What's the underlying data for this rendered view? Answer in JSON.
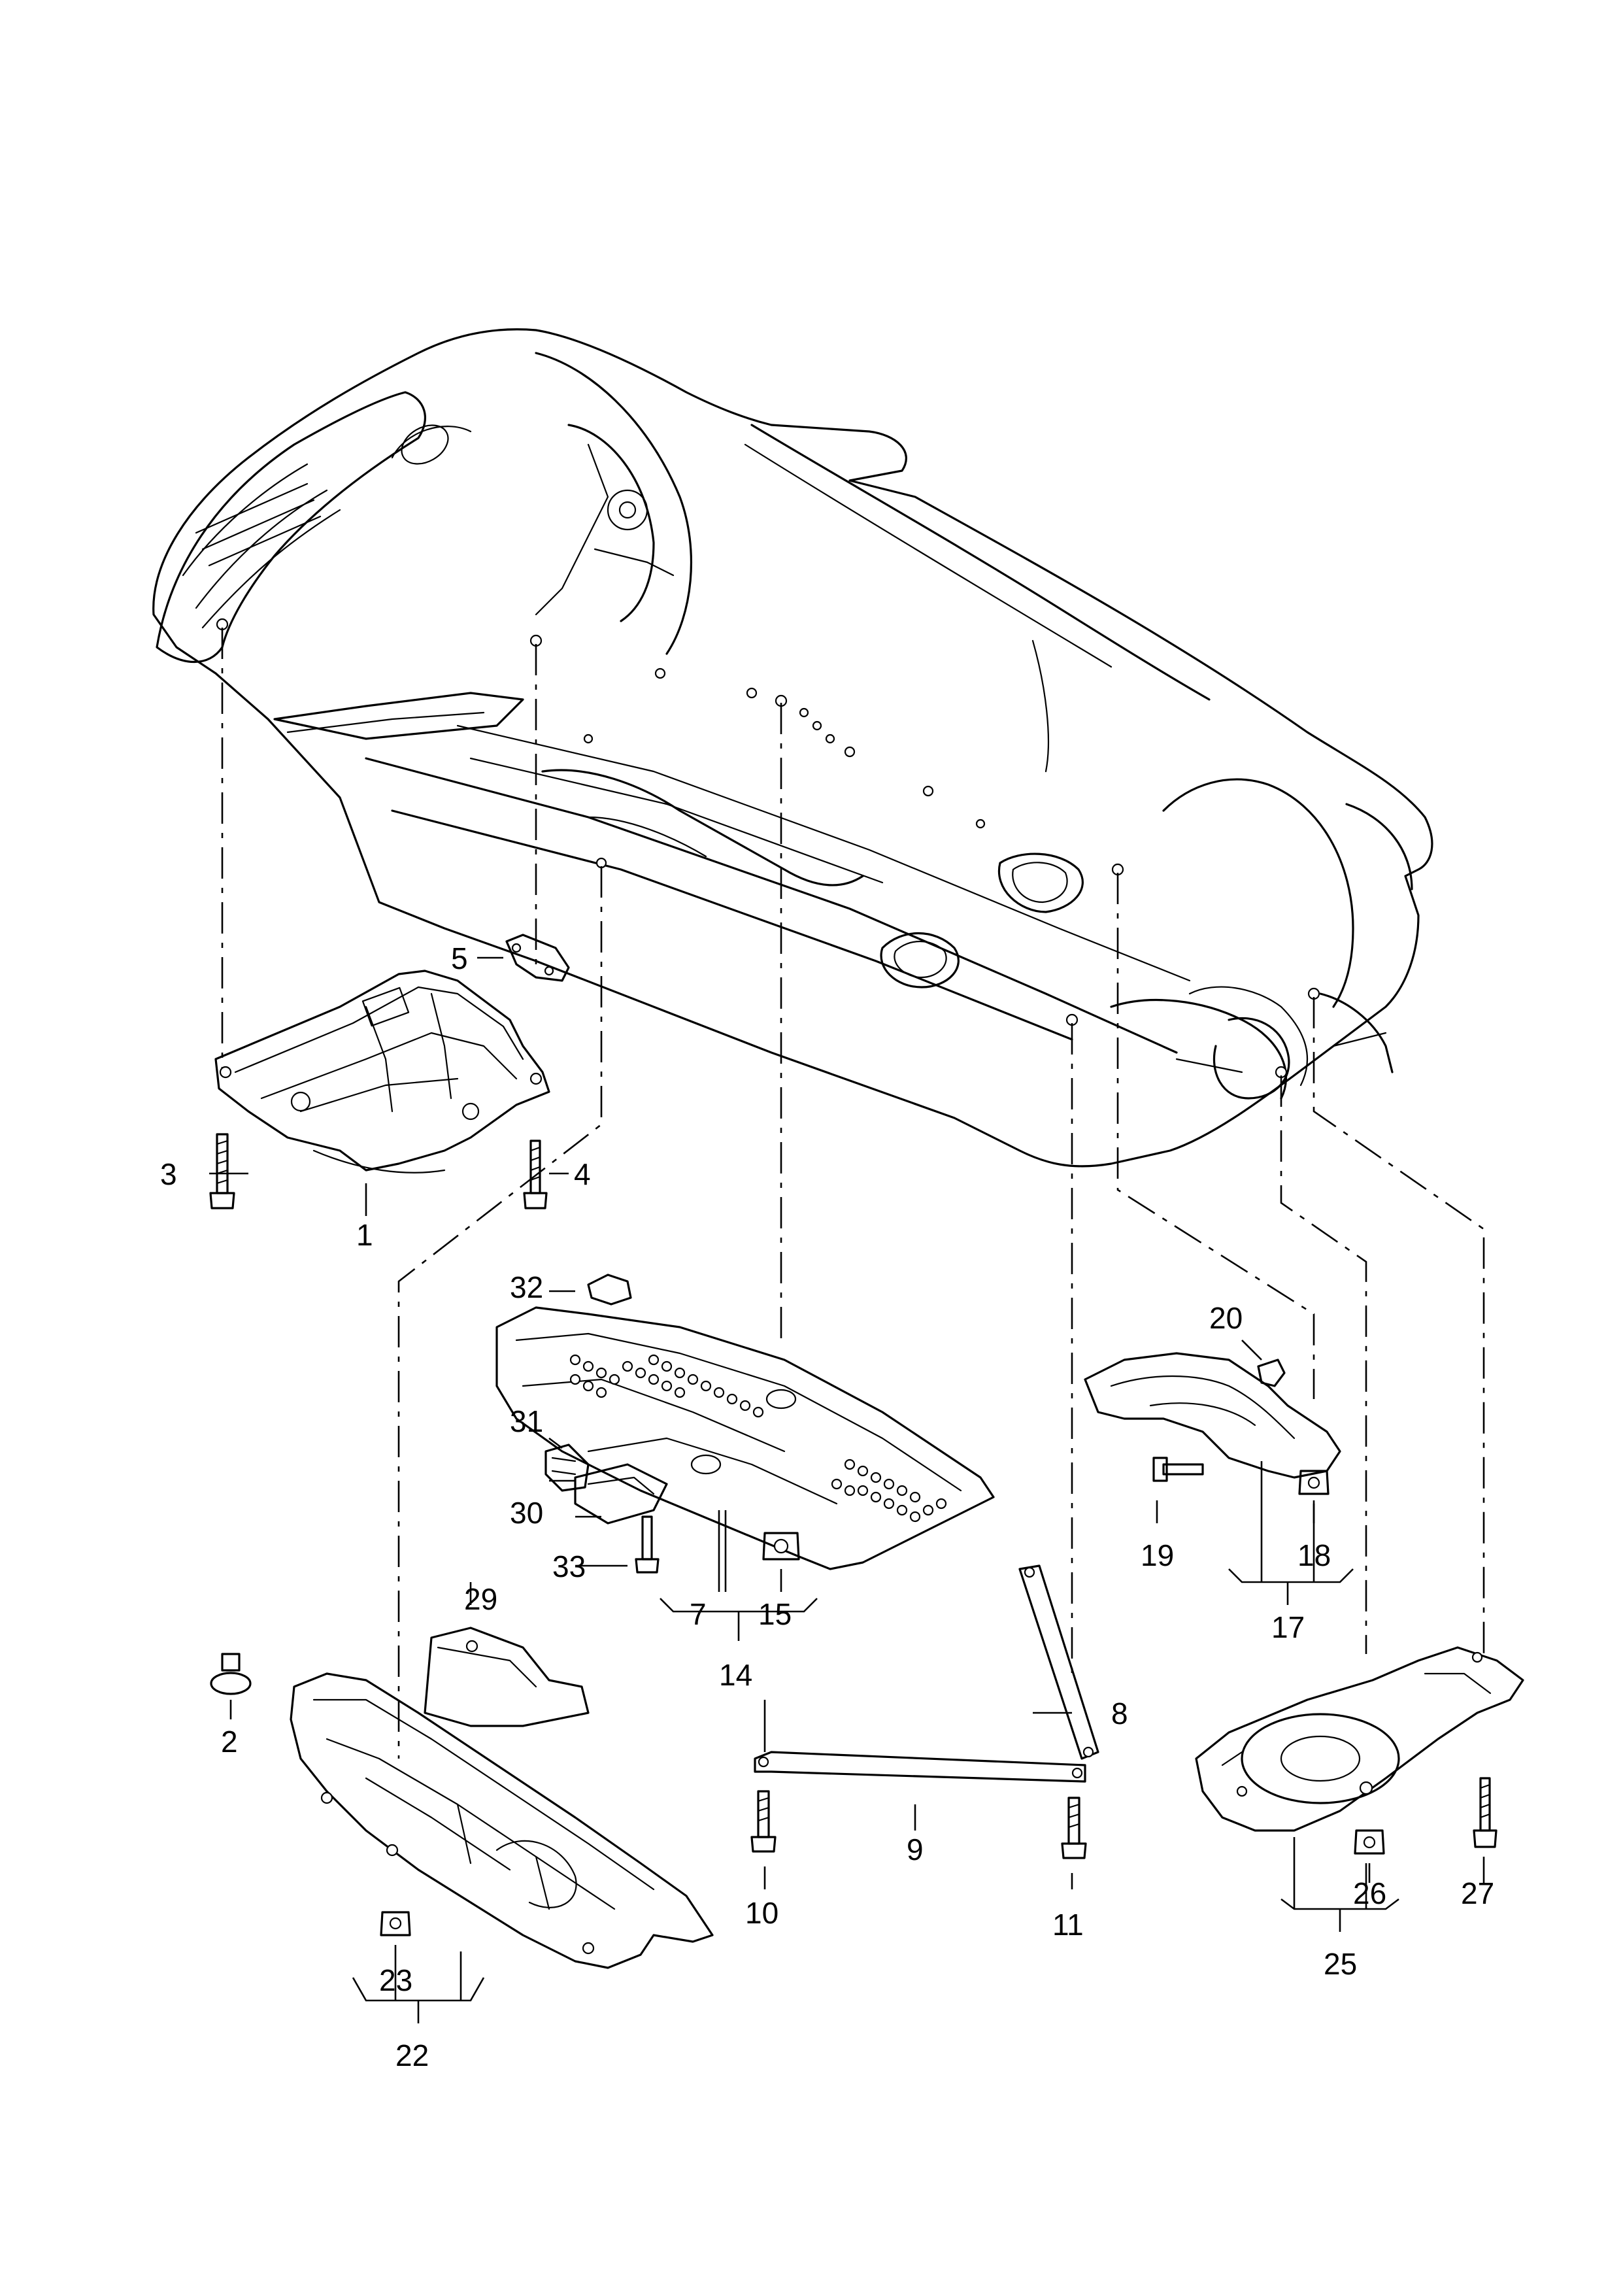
{
  "callouts": {
    "c1": "1",
    "c2": "2",
    "c3": "3",
    "c4": "4",
    "c5": "5",
    "c7": "7",
    "c8": "8",
    "c9": "9",
    "c10": "10",
    "c11": "11",
    "c14": "14",
    "c15": "15",
    "c17": "17",
    "c18": "18",
    "c19": "19",
    "c20": "20",
    "c22": "22",
    "c23": "23",
    "c25": "25",
    "c26": "26",
    "c27": "27",
    "c29": "29",
    "c30": "30",
    "c31": "31",
    "c32": "32",
    "c33": "33"
  }
}
